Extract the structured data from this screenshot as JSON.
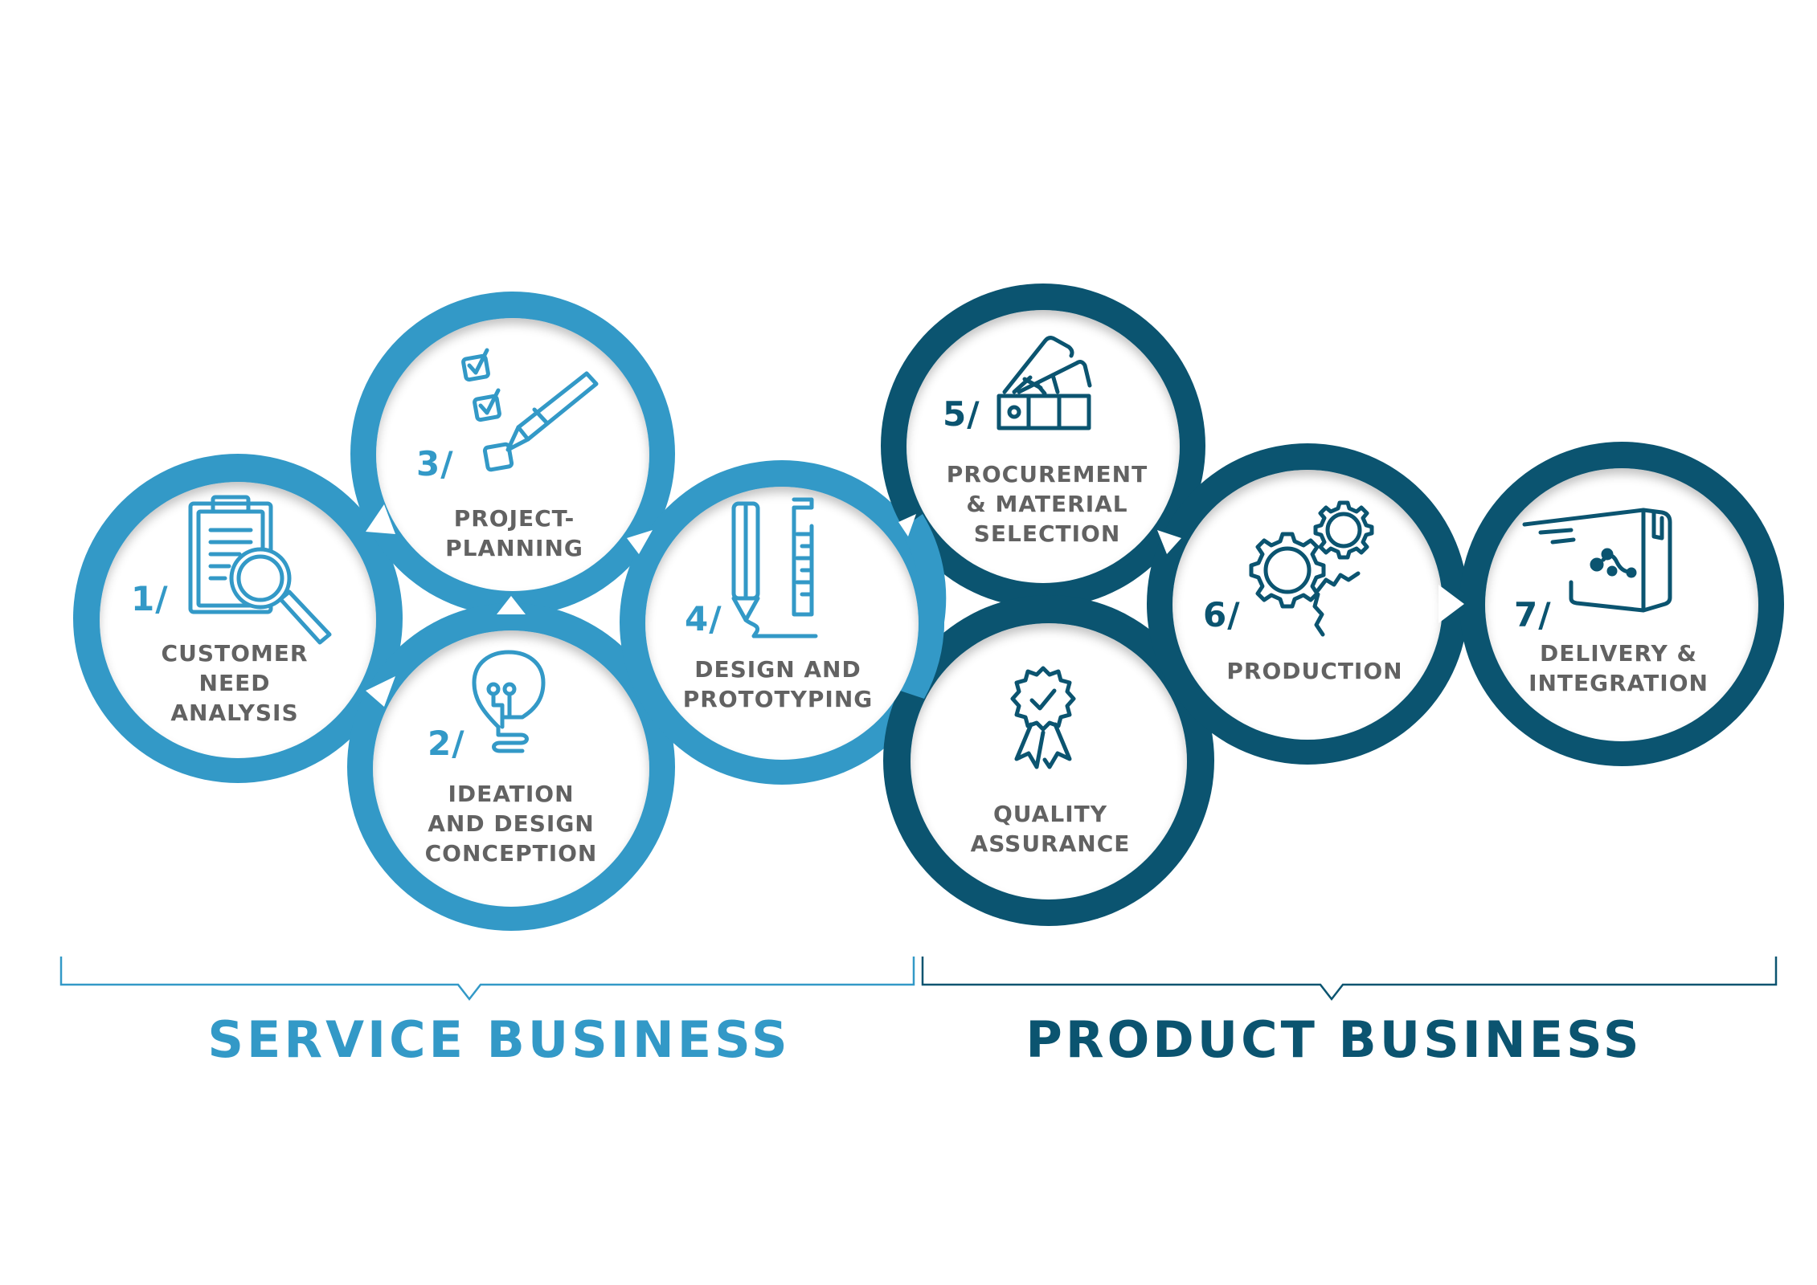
{
  "colors": {
    "service": "#3399c7",
    "service_shadow": "#1f6f94",
    "product": "#0b5470",
    "product_shadow": "#063a4f",
    "label_gray": "#626262",
    "background": "#ffffff"
  },
  "steps": [
    {
      "num": "1/",
      "lines": [
        "CUSTOMER",
        "NEED",
        "ANALYSIS"
      ],
      "icon": "clipboard-magnifier-icon",
      "group": "service"
    },
    {
      "num": "2/",
      "lines": [
        "IDEATION",
        "AND DESIGN",
        "CONCEPTION"
      ],
      "icon": "lightbulb-icon",
      "group": "service"
    },
    {
      "num": "3/",
      "lines": [
        "PROJECT-",
        "PLANNING"
      ],
      "icon": "checklist-pencil-icon",
      "group": "service"
    },
    {
      "num": "4/",
      "lines": [
        "DESIGN AND",
        "PROTOTYPING"
      ],
      "icon": "pencil-ruler-icon",
      "group": "service"
    },
    {
      "num": "5/",
      "lines": [
        "PROCUREMENT",
        "& MATERIAL",
        "SELECTION"
      ],
      "icon": "color-swatch-icon",
      "group": "product"
    },
    {
      "num": "",
      "lines": [
        "QUALITY",
        "ASSURANCE"
      ],
      "icon": "award-ribbon-icon",
      "group": "product"
    },
    {
      "num": "6/",
      "lines": [
        "PRODUCTION"
      ],
      "icon": "gears-icon",
      "group": "product"
    },
    {
      "num": "7/",
      "lines": [
        "DELIVERY &",
        "INTEGRATION"
      ],
      "icon": "delivery-box-icon",
      "group": "product"
    }
  ],
  "groups": {
    "service": {
      "title": "SERVICE BUSINESS"
    },
    "product": {
      "title": "PRODUCT BUSINESS"
    }
  }
}
